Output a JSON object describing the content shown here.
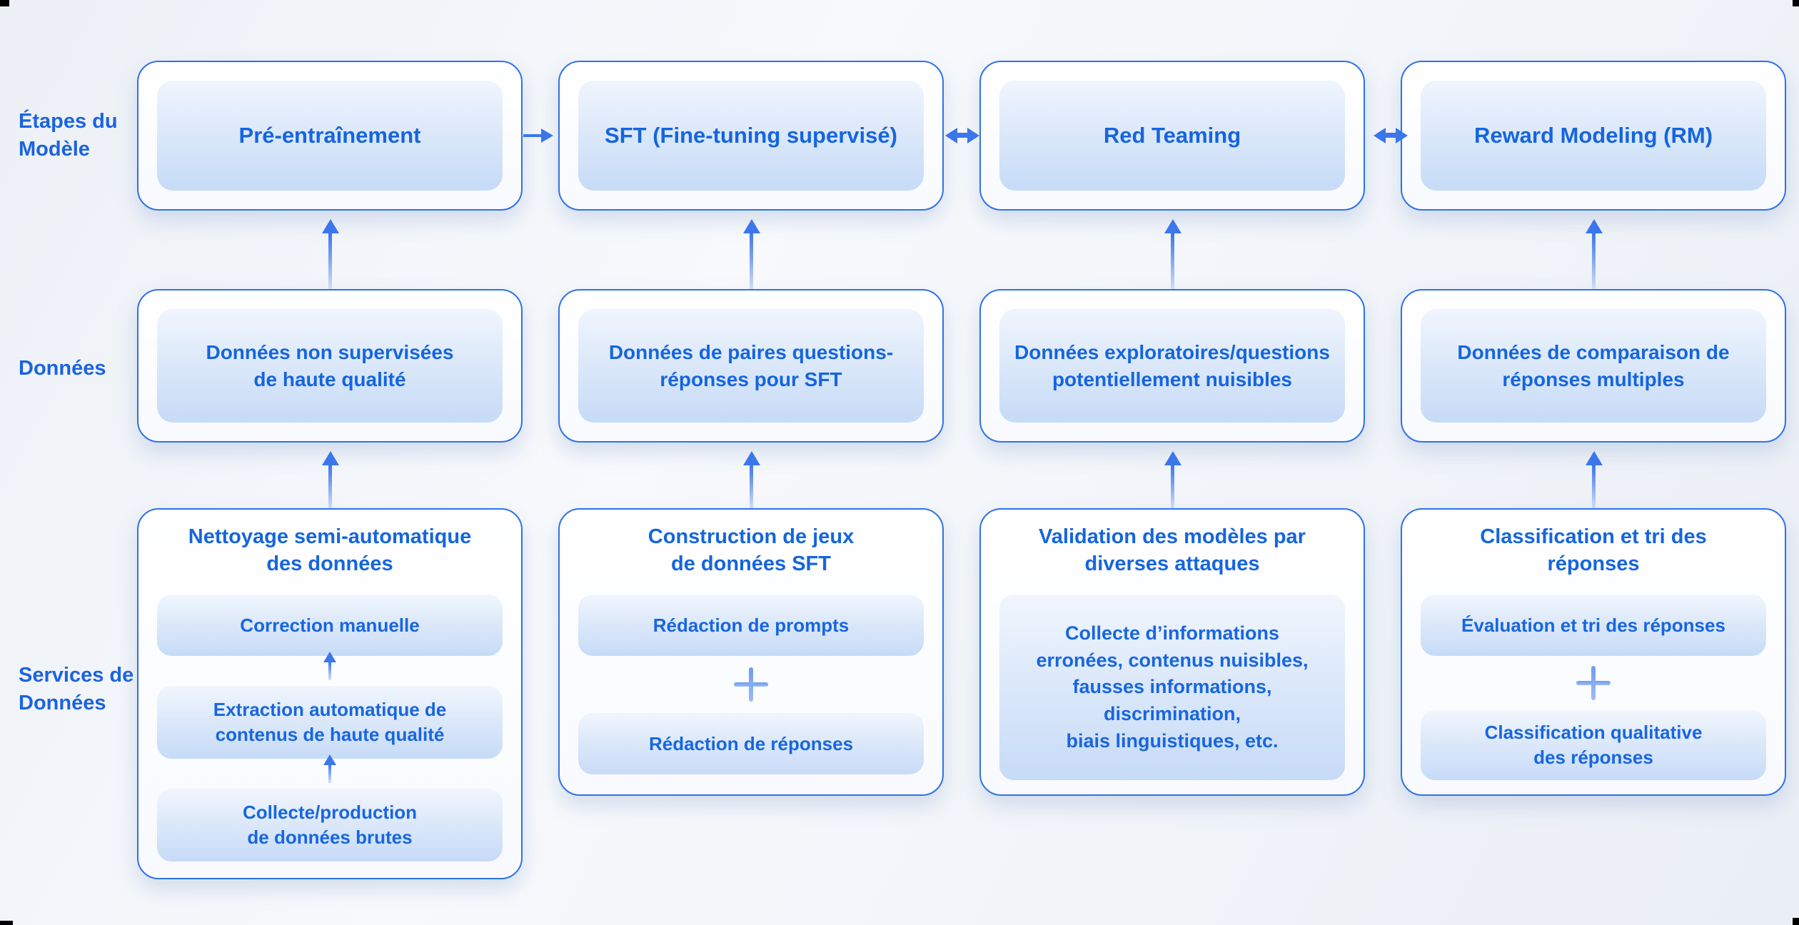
{
  "labels": {
    "stages": "Étapes du\nModèle",
    "data": "Données",
    "services": "Services de\nDonnées"
  },
  "stages": {
    "boxes": [
      {
        "title": "Pré-entraînement"
      },
      {
        "title": "SFT (Fine-tuning supervisé)"
      },
      {
        "title": "Red Teaming"
      },
      {
        "title": "Reward Modeling (RM)"
      }
    ]
  },
  "data_row": {
    "boxes": [
      {
        "text": "Données non supervisées\nde haute qualité"
      },
      {
        "text": "Données de paires questions-\nréponses pour SFT"
      },
      {
        "text": "Données exploratoires/questions\npotentiellement nuisibles"
      },
      {
        "text": "Données de comparaison de\nréponses multiples"
      }
    ]
  },
  "services_row": {
    "col1": {
      "title": "Nettoyage semi-automatique\ndes données",
      "chips": [
        "Correction manuelle",
        "Extraction automatique de\ncontenus de haute qualité",
        "Collecte/production\nde données brutes"
      ]
    },
    "col2": {
      "title": "Construction de jeux\nde données SFT",
      "chips": [
        "Rédaction de prompts",
        "Rédaction de réponses"
      ]
    },
    "col3": {
      "title": "Validation des modèles par\ndiverses attaques",
      "chips": [
        "Collecte d’informations\nerronées, contenus nuisibles,\nfausses informations,\ndiscrimination,\nbiais linguistiques, etc."
      ]
    },
    "col4": {
      "title": "Classification et tri des\nréponses",
      "chips": [
        "Évaluation et tri des réponses",
        "Classification qualitative\ndes réponses"
      ]
    }
  },
  "icons": {
    "arrow_right": "→",
    "arrow_both": "↔",
    "arrow_up": "↑",
    "plus": "+"
  },
  "colors": {
    "text_blue": "#1565de",
    "border_blue": "#2f72e8",
    "arrow_blue": "#3b76eb",
    "chip_gradient_top": "#f1f6fd",
    "chip_gradient_bottom": "#c7dbf7",
    "background": "#f0f3f8",
    "corner_marks": "#000000"
  }
}
